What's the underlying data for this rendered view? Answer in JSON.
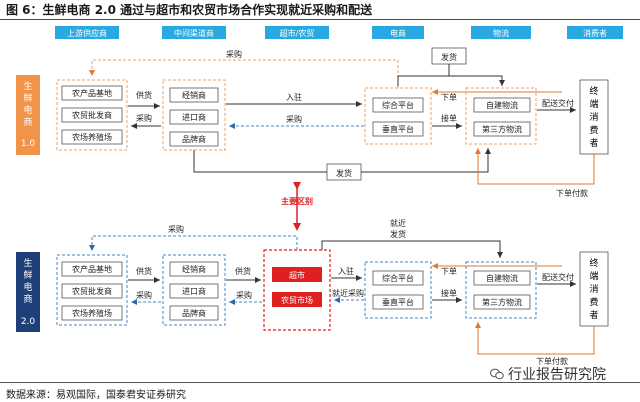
{
  "title": "图 6：生鲜电商 2.0 通过与超市和农贸市场合作实现就近采购和配送",
  "headers": [
    "上游供应商",
    "中间渠道商",
    "超市/农贸",
    "电商",
    "物流",
    "消费者"
  ],
  "v1": {
    "label_chars": [
      "生",
      "鲜",
      "电",
      "商"
    ],
    "version": "1.0",
    "upstream": [
      "农产品基地",
      "农贸批发商",
      "农场养殖场"
    ],
    "middle": [
      "经销商",
      "进口商",
      "品牌商"
    ],
    "platforms": [
      "综合平台",
      "垂直平台"
    ],
    "logistics": [
      "自建物流",
      "第三方物流"
    ],
    "consumer": [
      "终",
      "端",
      "消",
      "费",
      "者"
    ],
    "arrows": {
      "supply": "供货",
      "purchase_back": "采购",
      "purchase_top": "采购",
      "enter": "入驻",
      "purchase_mid": "采购",
      "ship_top": "发货",
      "order": "下单",
      "receive": "接单",
      "deliver": "配送交付",
      "ship_bottom": "发货",
      "pay": "下单付款"
    }
  },
  "diff_label": "主要区别",
  "v2": {
    "label_chars": [
      "生",
      "鲜",
      "电",
      "商"
    ],
    "version": "2.0",
    "upstream": [
      "农产品基地",
      "农贸批发商",
      "农场养殖场"
    ],
    "middle": [
      "经销商",
      "进口商",
      "品牌商"
    ],
    "stores": [
      "超市",
      "农贸市场"
    ],
    "platforms": [
      "综合平台",
      "垂直平台"
    ],
    "logistics": [
      "自建物流",
      "第三方物流"
    ],
    "consumer": [
      "终",
      "端",
      "消",
      "费",
      "者"
    ],
    "arrows": {
      "purchase_top": "采购",
      "supply_left": "供货",
      "purchase_left": "采购",
      "supply_mid": "供货",
      "purchase_mid": "采购",
      "enter": "入驻",
      "near_purchase": "就近采购",
      "near_ship_1": "就近",
      "near_ship_2": "发货",
      "order": "下单",
      "receive": "接单",
      "deliver": "配送交付",
      "pay": "下单付款"
    }
  },
  "footer": "数据来源：易观国际，国泰君安证券研究",
  "watermark": "行业报告研究院",
  "colors": {
    "header_blue": "#29a9e1",
    "v1_orange": "#f2934a",
    "v2_navy": "#1f3f78",
    "red": "#e02020",
    "dash_blue": "#4a86c8",
    "dash_orange": "#f0a060"
  }
}
